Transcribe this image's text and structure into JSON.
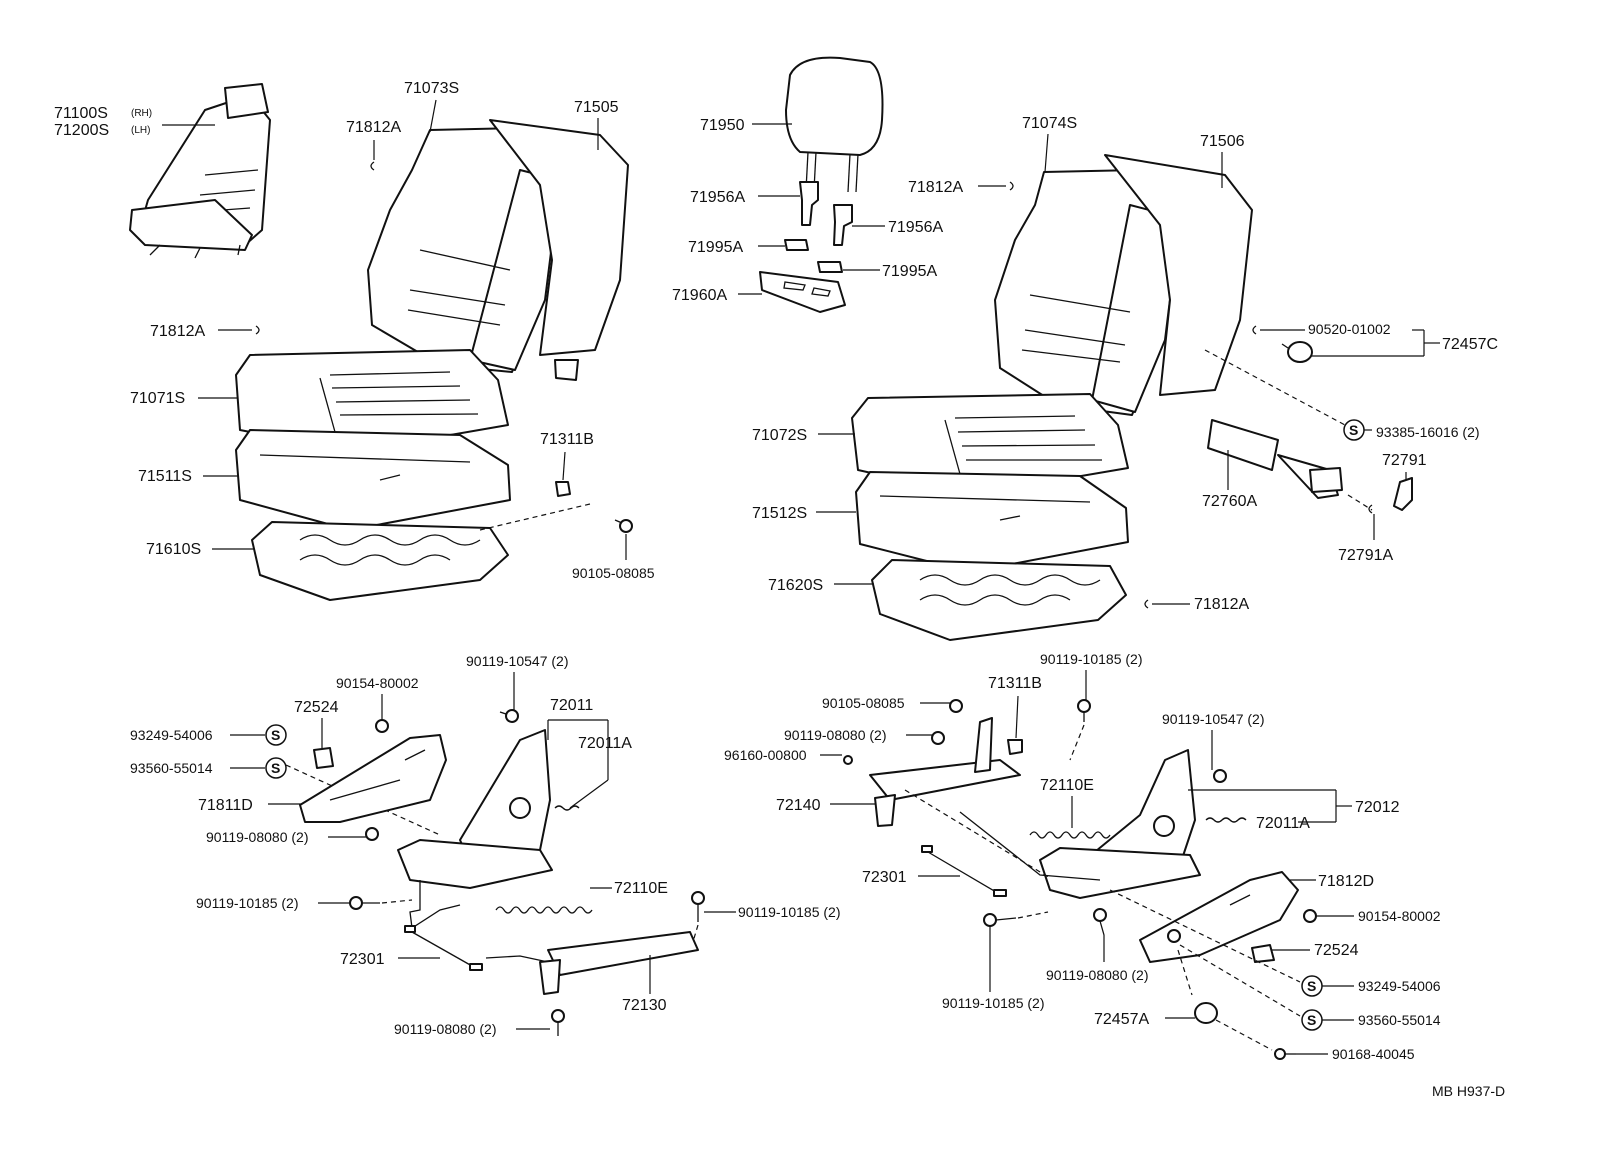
{
  "labels": {
    "seat_rh": "71100S",
    "seat_rh_suffix": "(RH)",
    "seat_lh": "71200S",
    "seat_lh_suffix": "(LH)",
    "l_71073S": "71073S",
    "l_71505": "71505",
    "l_71812A_1": "71812A",
    "l_71812A_2": "71812A",
    "l_71071S": "71071S",
    "l_71511S": "71511S",
    "l_71610S": "71610S",
    "l_71311B_1": "71311B",
    "l_90105_08085_1": "90105-08085",
    "l_71950": "71950",
    "l_71956A_1": "71956A",
    "l_71956A_2": "71956A",
    "l_71995A_1": "71995A",
    "l_71995A_2": "71995A",
    "l_71960A": "71960A",
    "l_71074S": "71074S",
    "l_71506": "71506",
    "l_71812A_3": "71812A",
    "l_90520_01002": "90520-01002",
    "l_72457C": "72457C",
    "l_93385_16016": "93385-16016 (2)",
    "l_72791": "72791",
    "l_72760A": "72760A",
    "l_72791A": "72791A",
    "l_71072S": "71072S",
    "l_71512S": "71512S",
    "l_71620S": "71620S",
    "l_71812A_4": "71812A",
    "l_90119_10547_1": "90119-10547 (2)",
    "l_90154_80002_1": "90154-80002",
    "l_72524_1": "72524",
    "l_72011": "72011",
    "l_72011A_1": "72011A",
    "l_93249_54006_1": "93249-54006",
    "l_93560_55014_1": "93560-55014",
    "l_71811D": "71811D",
    "l_90119_08080_1": "90119-08080 (2)",
    "l_90119_10185_1": "90119-10185 (2)",
    "l_72110E_1": "72110E",
    "l_90119_10185_2": "90119-10185 (2)",
    "l_72301_1": "72301",
    "l_72130": "72130",
    "l_90119_08080_2": "90119-08080 (2)",
    "l_90119_10185_3": "90119-10185 (2)",
    "l_90105_08085_2": "90105-08085",
    "l_71311B_2": "71311B",
    "l_90119_08080_3": "90119-08080 (2)",
    "l_96160_00800": "96160-00800",
    "l_72140": "72140",
    "l_72110E_2": "72110E",
    "l_90119_10547_2": "90119-10547 (2)",
    "l_72012": "72012",
    "l_72011A_2": "72011A",
    "l_72301_2": "72301",
    "l_71812D": "71812D",
    "l_90154_80002_2": "90154-80002",
    "l_72524_2": "72524",
    "l_93249_54006_2": "93249-54006",
    "l_93560_55014_2": "93560-55014",
    "l_90119_08080_4": "90119-08080 (2)",
    "l_90119_10185_4": "90119-10185 (2)",
    "l_72457A": "72457A",
    "l_90168_40045": "90168-40045",
    "footer_code": "MB  H937-D",
    "s_symbol": "S"
  }
}
